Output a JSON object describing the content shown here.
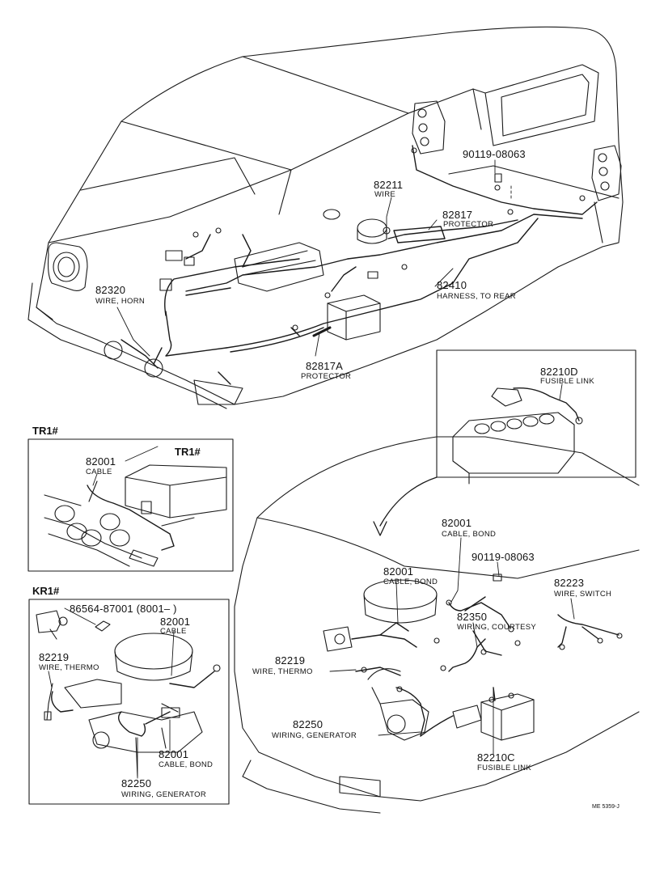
{
  "parts": {
    "p82211": {
      "number": "82211",
      "name": "WIRE"
    },
    "p90119_top": {
      "number": "90119-08063"
    },
    "p82817": {
      "number": "82817",
      "name": "PROTECTOR"
    },
    "p82410": {
      "number": "82410",
      "name": "HARNESS, TO REAR"
    },
    "p82320": {
      "number": "82320",
      "name": "WIRE, HORN"
    },
    "p82817A": {
      "number": "82817A",
      "name": "PROTECTOR"
    },
    "p82210D": {
      "number": "82210D",
      "name": "FUSIBLE LINK"
    },
    "p82001_tr1": {
      "number": "82001",
      "name": "CABLE"
    },
    "p82001_bond": {
      "number": "82001",
      "name": "CABLE, BOND"
    },
    "p90119_mid": {
      "number": "90119-08063"
    },
    "p82001_bond2": {
      "number": "82001",
      "name": "CABLE, BOND"
    },
    "p82223": {
      "number": "82223",
      "name": "WIRE, SWITCH"
    },
    "p82350": {
      "number": "82350",
      "name": "WIRING, COURTESY"
    },
    "p82219_main": {
      "number": "82219",
      "name": "WIRE, THERMO"
    },
    "p82250_main": {
      "number": "82250",
      "name": "WIRING, GENERATOR"
    },
    "p82210C": {
      "number": "82210C",
      "name": "FUSIBLE LINK"
    },
    "p86564": {
      "number": "86564-87001 (8001–      )"
    },
    "p82001_kr1": {
      "number": "82001",
      "name": "CABLE"
    },
    "p82219_kr1": {
      "number": "82219",
      "name": "WIRE, THERMO"
    },
    "p82001_kr1b": {
      "number": "82001",
      "name": "CABLE, BOND"
    },
    "p82250_kr1": {
      "number": "82250",
      "name": "WIRING, GENERATOR"
    }
  },
  "insets": {
    "tr1_header": "TR1#",
    "tr1_inner": "TR1#",
    "kr1_header": "KR1#"
  },
  "footer_code": "ME 5359-J"
}
